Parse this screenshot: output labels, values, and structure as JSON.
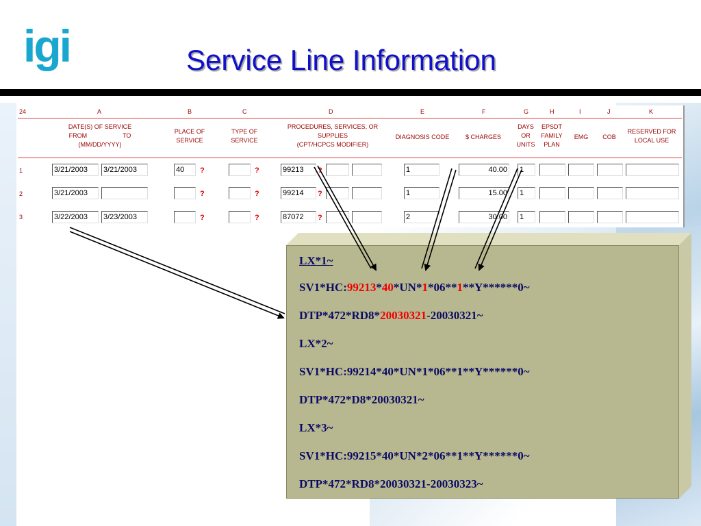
{
  "logo": {
    "text": "igi"
  },
  "title": "Service Line Information",
  "form": {
    "row_label": "24",
    "columns": [
      "A",
      "B",
      "C",
      "D",
      "E",
      "F",
      "G",
      "H",
      "I",
      "J",
      "K"
    ],
    "headers": {
      "dates_line1": "DATE(S) OF SERVICE",
      "dates_from": "FROM",
      "dates_to": "TO",
      "dates_format": "(MM/DD/YYYY)",
      "place_of_service_1": "PLACE OF",
      "place_of_service_2": "SERVICE",
      "type_of_service_1": "TYPE OF",
      "type_of_service_2": "SERVICE",
      "procedures_1": "PROCEDURES, SERVICES, OR",
      "procedures_2": "SUPPLIES",
      "procedures_3": "(CPT/HCPCS MODIFIER)",
      "diagnosis": "DIAGNOSIS CODE",
      "charges": "$ CHARGES",
      "days_1": "DAYS",
      "days_2": "OR",
      "days_3": "UNITS",
      "epsdt_1": "EPSDT",
      "epsdt_2": "FAMILY",
      "epsdt_3": "PLAN",
      "emg": "EMG",
      "cob": "COB",
      "reserved_1": "RESERVED FOR",
      "reserved_2": "LOCAL USE"
    },
    "rows": [
      {
        "num": "1",
        "from": "3/21/2003",
        "to": "3/21/2003",
        "place": "40",
        "type": "",
        "procedure": "99213",
        "diagnosis": "1",
        "charges": "40.00",
        "units": "1"
      },
      {
        "num": "2",
        "from": "3/21/2003",
        "to": "",
        "place": "",
        "type": "",
        "procedure": "99214",
        "diagnosis": "1",
        "charges": "15.00",
        "units": "1"
      },
      {
        "num": "3",
        "from": "3/22/2003",
        "to": "3/23/2003",
        "place": "",
        "type": "",
        "procedure": "87072",
        "diagnosis": "2",
        "charges": "30.00",
        "units": "1"
      }
    ],
    "help_glyph": "?"
  },
  "edi": {
    "l1": "LX*1~",
    "l2_a": "SV1*HC:",
    "l2_b": "99213",
    "l2_c": "*",
    "l2_d": "40",
    "l2_e": "*UN*",
    "l2_f": "1",
    "l2_g": "*06**",
    "l2_h": "1",
    "l2_i": "**Y******0~",
    "l3_a": "DTP*472*RD8*",
    "l3_b": "20030321",
    "l3_c": "-20030321~",
    "l4": "LX*2~",
    "l5": "SV1*HC:99214*40*UN*1*06**1**Y******0~",
    "l6": "DTP*472*D8*20030321~",
    "l7": "LX*3~",
    "l8": "SV1*HC:99215*40*UN*2*06**1**Y******0~",
    "l9": "DTP*472*RD8*20030321-20030323~"
  },
  "colors": {
    "title": "#1010cc",
    "logo": "#1aa7cf",
    "highlight": "#ee0000",
    "edi_text": "#0a0a66",
    "box": "#b8b890",
    "form_label": "#990000"
  }
}
